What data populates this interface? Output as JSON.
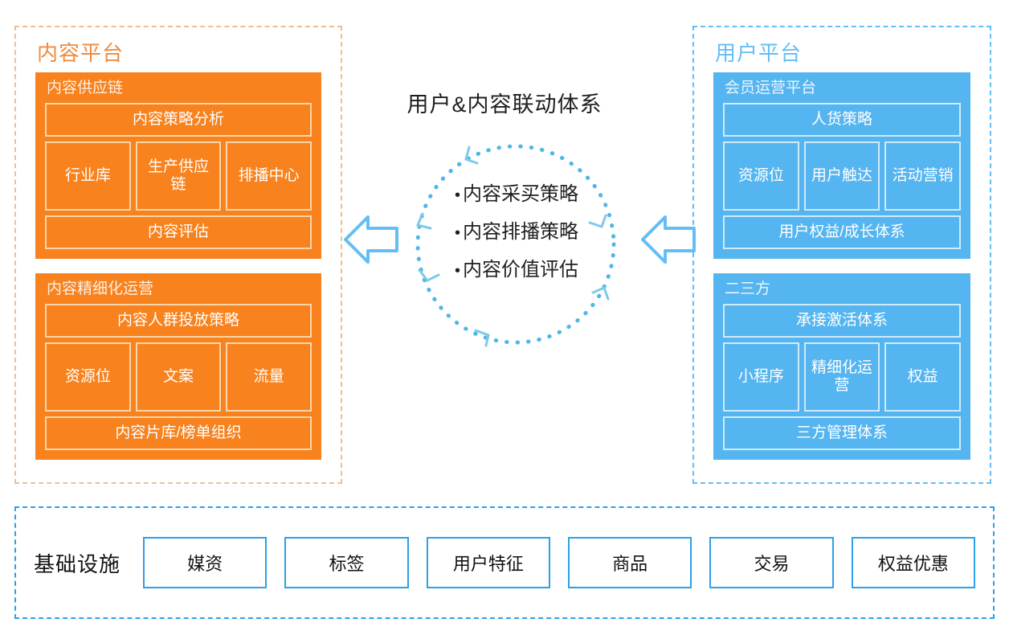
{
  "content_platform": {
    "title": "内容平台",
    "accent": "#F7821E",
    "border_color": "#F0BE8E",
    "groups": [
      {
        "title": "内容供应链",
        "top_row": "内容策略分析",
        "middle_row": [
          "行业库",
          "生产供应链",
          "排播中心"
        ],
        "bottom_row": "内容评估"
      },
      {
        "title": "内容精细化运营",
        "top_row": "内容人群投放策略",
        "middle_row": [
          "资源位",
          "文案",
          "流量"
        ],
        "bottom_row": "内容片库/榜单组织"
      }
    ]
  },
  "user_platform": {
    "title": "用户平台",
    "accent": "#55B5F0",
    "border_color": "#63BEF5",
    "groups": [
      {
        "title": "会员运营平台",
        "top_row": "人货策略",
        "middle_row": [
          "资源位",
          "用户触达",
          "活动营销"
        ],
        "bottom_row": "用户权益/成长体系"
      },
      {
        "title": "二三方",
        "top_row": "承接激活体系",
        "middle_row": [
          "小程序",
          "精细化运营",
          "权益"
        ],
        "bottom_row": "三方管理体系"
      }
    ]
  },
  "center": {
    "title": "用户&内容联动体系",
    "bullets": [
      "内容采买策略",
      "内容排播策略",
      "内容价值评估"
    ],
    "circle_color": "#4FB6E8"
  },
  "arrows": {
    "left_arrow_name": "左向箭头",
    "right_arrow_name": "左向箭头",
    "color": "#63BEF5"
  },
  "infrastructure": {
    "label": "基础设施",
    "accent": "#2CA0E8",
    "items": [
      "媒资",
      "标签",
      "用户特征",
      "商品",
      "交易",
      "权益优惠"
    ]
  }
}
